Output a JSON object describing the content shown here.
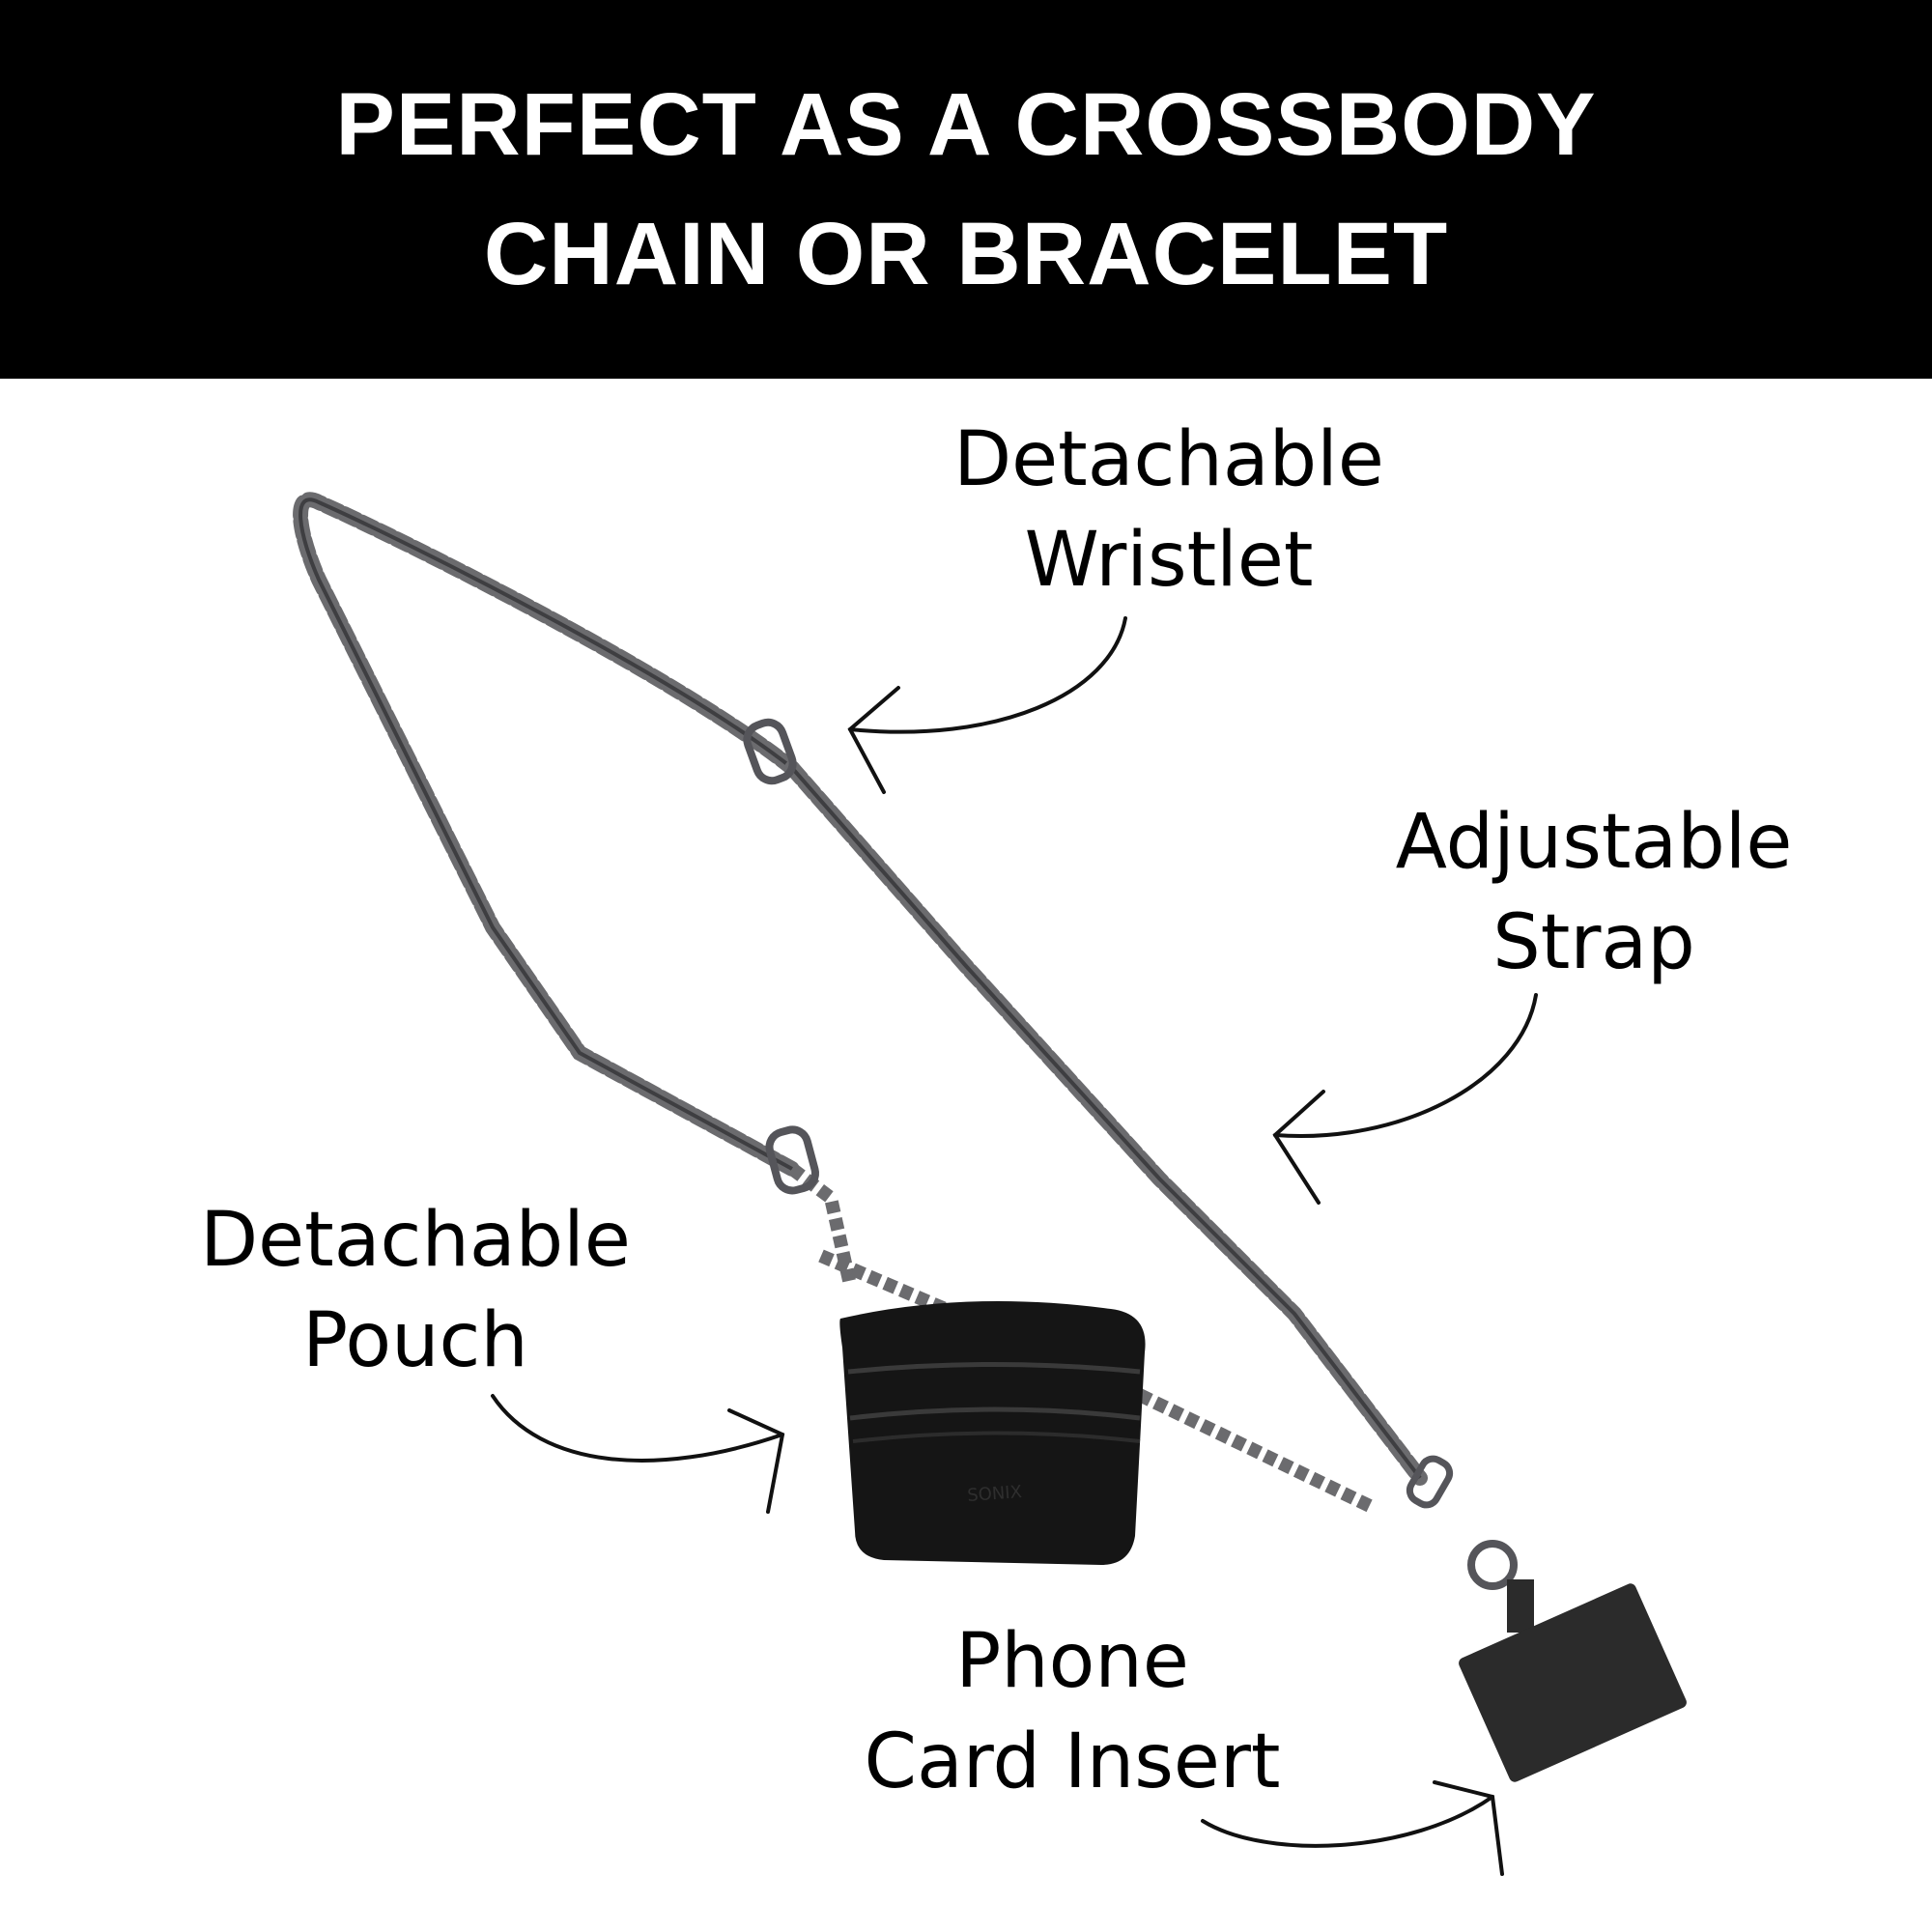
{
  "banner": {
    "line1": "PERFECT AS A CROSSBODY",
    "line2": "CHAIN OR BRACELET"
  },
  "labels": {
    "wristlet": {
      "line1": "Detachable",
      "line2": "Wristlet"
    },
    "strap": {
      "line1": "Adjustable",
      "line2": "Strap"
    },
    "pouch": {
      "line1": "Detachable",
      "line2": "Pouch"
    },
    "phone": {
      "line1": "Phone",
      "line2": "Card Insert"
    }
  },
  "pouch_brand": "SONIX",
  "colors": {
    "banner_bg": "#000000",
    "banner_text": "#ffffff",
    "chain": "#5d5d60",
    "pouch": "#151515",
    "card_insert": "#2b2b2b"
  }
}
